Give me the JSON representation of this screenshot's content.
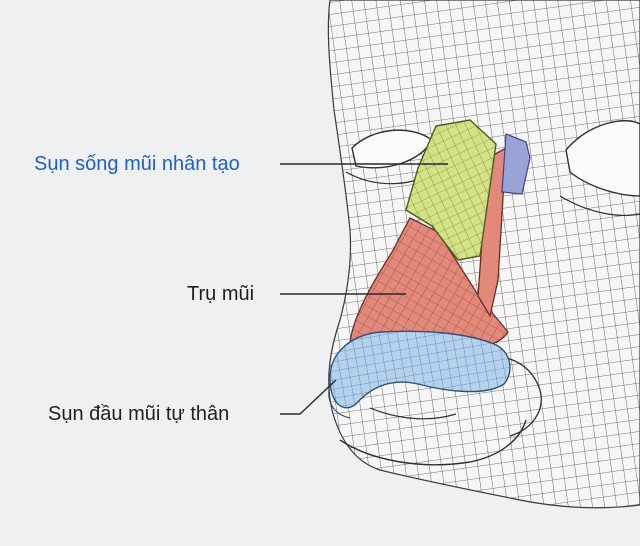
{
  "labels": [
    {
      "id": "implant",
      "text": "Sụn sống mũi nhân tạo",
      "highlight": true
    },
    {
      "id": "strut",
      "text": "Trụ mũi",
      "highlight": false
    },
    {
      "id": "tip",
      "text": "Sụn đầu mũi tự thân",
      "highlight": false
    }
  ],
  "colors": {
    "background": "#eef0f1",
    "mesh_line": "#3a3a3a",
    "face_fill": "#f6f6f6",
    "implant_fill": "#d3e285",
    "strut_fill": "#e3897b",
    "tip_fill": "#b4d2ee",
    "upper_cartilage_fill": "#9aa3d6",
    "highlight_text": "#1c5fd6",
    "label_text": "#1f1f1f"
  }
}
